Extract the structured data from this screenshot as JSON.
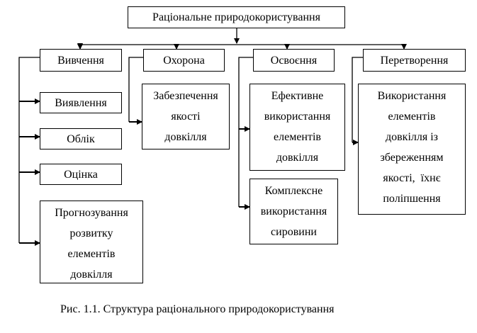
{
  "root": "Раціональне природокористування",
  "branches": {
    "study": {
      "label": "Вивчення",
      "items": [
        "Виявлення",
        "Облік",
        "Оцінка",
        [
          "Прогнозування",
          "розвитку",
          "елементів",
          "довкілля"
        ]
      ]
    },
    "protection": {
      "label": "Охорона",
      "items": [
        [
          "Забезпечення",
          "якості",
          "довкілля"
        ]
      ]
    },
    "development": {
      "label": "Освоєння",
      "items": [
        [
          "Ефективне",
          "використання",
          "елементів",
          "довкілля"
        ],
        [
          "Комплексне",
          "використання",
          "сировини"
        ]
      ]
    },
    "transformation": {
      "label": "Перетворення",
      "items": [
        [
          "Використання",
          "елементів",
          "довкілля із",
          "збереженням",
          "якості,  їхнє",
          "поліпшення"
        ]
      ]
    }
  },
  "caption": "Рис. 1.1. Структура раціонального природокористування"
}
